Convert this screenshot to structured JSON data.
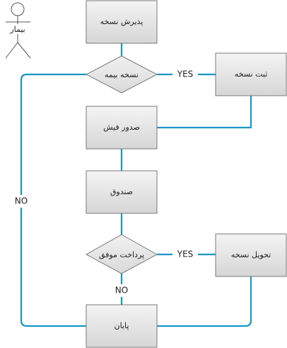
{
  "diagram": {
    "actor_label": "بیمار",
    "nodes": {
      "reception": "پذیرش نسخه",
      "insurance_check": "نسخه بیمه",
      "register": "ثبت نسخه",
      "invoice": "صدور فیش",
      "cashier": "صندوق",
      "payment_check": "پرداخت موفق",
      "deliver": "تحویل نسخه",
      "end": "پایان"
    },
    "edges": {
      "insurance_yes": "YES",
      "payment_yes": "YES",
      "insurance_no": "NO",
      "payment_no": "NO"
    }
  }
}
